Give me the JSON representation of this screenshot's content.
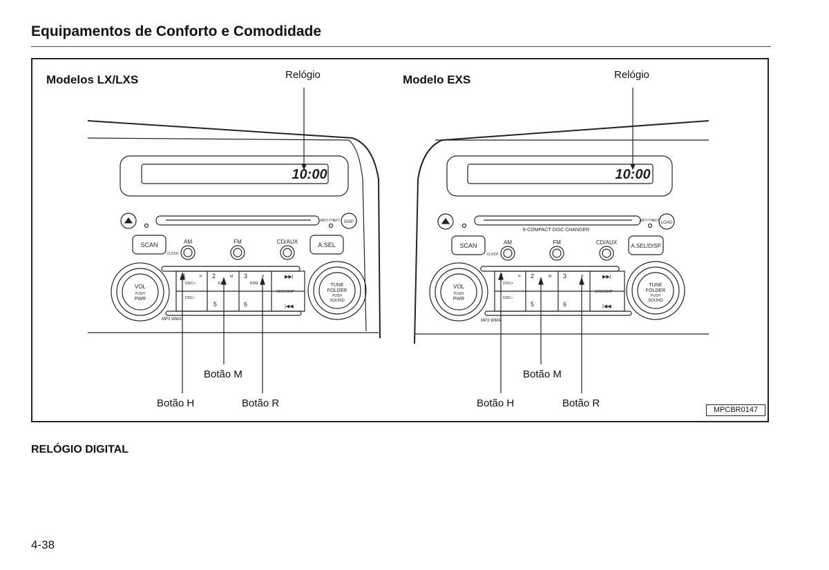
{
  "header": {
    "title": "Equipamentos de Conforto e Comodidade"
  },
  "figure": {
    "left_panel": {
      "title": "Modelos LX/LXS",
      "clock_label": "Relógio",
      "display_time": "10:00",
      "buttons": {
        "scan": "SCAN",
        "asel": "A.SEL",
        "am": "AM",
        "fm": "FM",
        "cdaux": "CD/AUX",
        "disp": "DISP",
        "anti_theft": "ANTI THEFT",
        "clock": "CLOCK",
        "preset1": "1",
        "preset2": "2",
        "preset3": "3",
        "preset5": "5",
        "preset6": "6",
        "h": "H",
        "m": "M",
        "r": "R",
        "disc_plus": "DISC+",
        "disc_minus": "DISC–",
        "rpt": "RPT",
        "rdm": "RDM",
        "seek_skip": "SEEK/SKIP",
        "mp3": "MP3 WMA",
        "vol": "VOL",
        "push": "PUSH",
        "pwr": "PWR",
        "tune": "TUNE",
        "folder": "FOLDER",
        "push2": "PUSH",
        "sound": "SOUND"
      },
      "label_h": "Botão H",
      "label_m": "Botão M",
      "label_r": "Botão R"
    },
    "right_panel": {
      "title": "Modelo EXS",
      "clock_label": "Relógio",
      "display_time": "10:00",
      "buttons": {
        "scan": "SCAN",
        "asel": "A.SEL/DISP",
        "am": "AM",
        "fm": "FM",
        "cdaux": "CD/AUX",
        "load": "LOAD",
        "anti_theft": "ANTI THEFT",
        "clock": "CLOCK",
        "changer": "6-COMPACT DISC CHANGER",
        "preset1": "1",
        "preset2": "2",
        "preset3": "3",
        "preset5": "5",
        "preset6": "6",
        "h": "H",
        "m": "M",
        "r": "R",
        "disc_plus": "DISC+",
        "disc_minus": "DISC–",
        "seek_skip": "SEEK/SKIP",
        "mp3": "MP3 WMA",
        "vol": "VOL",
        "push": "PUSH",
        "pwr": "PWR",
        "tune": "TUNE",
        "folder": "FOLDER",
        "push2": "PUSH",
        "sound": "SOUND"
      },
      "label_h": "Botão H",
      "label_m": "Botão M",
      "label_r": "Botão R"
    },
    "figure_code": "MPCBR0147"
  },
  "section": {
    "title": "RELÓGIO DIGITAL"
  },
  "page": {
    "number": "4-38"
  }
}
